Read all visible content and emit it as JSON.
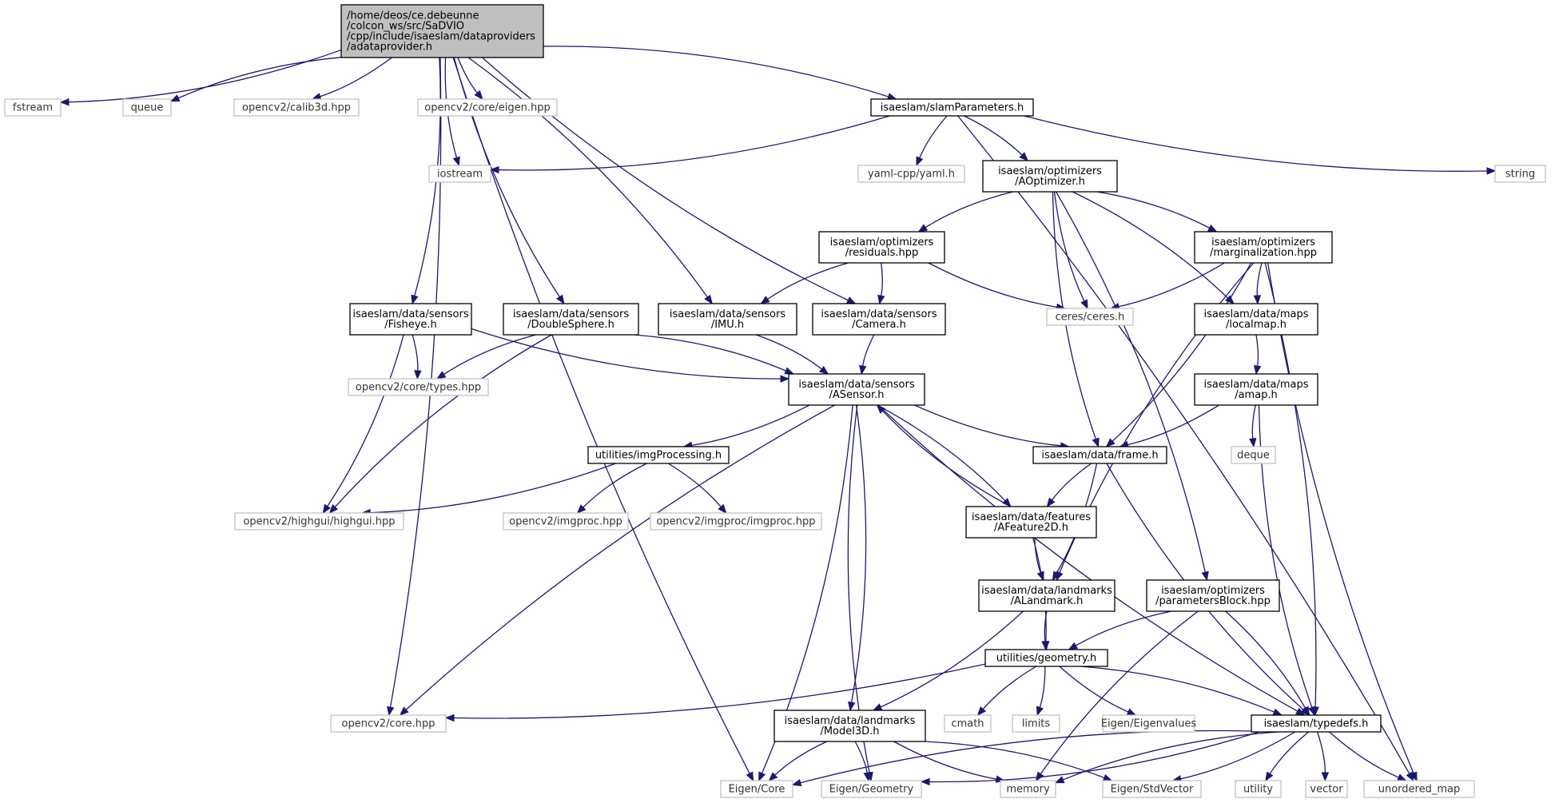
{
  "diagram": {
    "nodes": [
      {
        "id": "root",
        "lines": [
          "/home/deos/ce.debeunne",
          "/colcon_ws/src/SaDVIO",
          "/cpp/include/isaeslam/dataproviders",
          "/adataprovider.h"
        ],
        "kind": "root"
      },
      {
        "id": "fstream",
        "lines": [
          "fstream"
        ],
        "kind": "external"
      },
      {
        "id": "queue",
        "lines": [
          "queue"
        ],
        "kind": "external"
      },
      {
        "id": "calib3d",
        "lines": [
          "opencv2/calib3d.hpp"
        ],
        "kind": "external"
      },
      {
        "id": "cveigen",
        "lines": [
          "opencv2/core/eigen.hpp"
        ],
        "kind": "external"
      },
      {
        "id": "slamParams",
        "lines": [
          "isaeslam/slamParameters.h"
        ],
        "kind": "internal"
      },
      {
        "id": "string",
        "lines": [
          "string"
        ],
        "kind": "external"
      },
      {
        "id": "iostream",
        "lines": [
          "iostream"
        ],
        "kind": "external"
      },
      {
        "id": "yaml",
        "lines": [
          "yaml-cpp/yaml.h"
        ],
        "kind": "external"
      },
      {
        "id": "aoptimizer",
        "lines": [
          "isaeslam/optimizers",
          "/AOptimizer.h"
        ],
        "kind": "internal"
      },
      {
        "id": "residuals",
        "lines": [
          "isaeslam/optimizers",
          "/residuals.hpp"
        ],
        "kind": "internal"
      },
      {
        "id": "marginalization",
        "lines": [
          "isaeslam/optimizers",
          "/marginalization.hpp"
        ],
        "kind": "internal"
      },
      {
        "id": "fisheye",
        "lines": [
          "isaeslam/data/sensors",
          "/Fisheye.h"
        ],
        "kind": "internal"
      },
      {
        "id": "doublesphere",
        "lines": [
          "isaeslam/data/sensors",
          "/DoubleSphere.h"
        ],
        "kind": "internal"
      },
      {
        "id": "imu",
        "lines": [
          "isaeslam/data/sensors",
          "/IMU.h"
        ],
        "kind": "internal"
      },
      {
        "id": "camera",
        "lines": [
          "isaeslam/data/sensors",
          "/Camera.h"
        ],
        "kind": "internal"
      },
      {
        "id": "ceres",
        "lines": [
          "ceres/ceres.h"
        ],
        "kind": "external"
      },
      {
        "id": "localmap",
        "lines": [
          "isaeslam/data/maps",
          "/localmap.h"
        ],
        "kind": "internal"
      },
      {
        "id": "cvtypes",
        "lines": [
          "opencv2/core/types.hpp"
        ],
        "kind": "external"
      },
      {
        "id": "asensor",
        "lines": [
          "isaeslam/data/sensors",
          "/ASensor.h"
        ],
        "kind": "internal"
      },
      {
        "id": "amap",
        "lines": [
          "isaeslam/data/maps",
          "/amap.h"
        ],
        "kind": "internal"
      },
      {
        "id": "imgproc",
        "lines": [
          "utilities/imgProcessing.h"
        ],
        "kind": "internal"
      },
      {
        "id": "frame",
        "lines": [
          "isaeslam/data/frame.h"
        ],
        "kind": "internal"
      },
      {
        "id": "deque",
        "lines": [
          "deque"
        ],
        "kind": "external"
      },
      {
        "id": "highgui",
        "lines": [
          "opencv2/highgui/highgui.hpp"
        ],
        "kind": "external"
      },
      {
        "id": "cvimgproc",
        "lines": [
          "opencv2/imgproc.hpp"
        ],
        "kind": "external"
      },
      {
        "id": "cvimgproc2",
        "lines": [
          "opencv2/imgproc/imgproc.hpp"
        ],
        "kind": "external"
      },
      {
        "id": "afeature",
        "lines": [
          "isaeslam/data/features",
          "/AFeature2D.h"
        ],
        "kind": "internal"
      },
      {
        "id": "alandmark",
        "lines": [
          "isaeslam/data/landmarks",
          "/ALandmark.h"
        ],
        "kind": "internal"
      },
      {
        "id": "paramsblock",
        "lines": [
          "isaeslam/optimizers",
          "/parametersBlock.hpp"
        ],
        "kind": "internal"
      },
      {
        "id": "geometry",
        "lines": [
          "utilities/geometry.h"
        ],
        "kind": "internal"
      },
      {
        "id": "cvcore",
        "lines": [
          "opencv2/core.hpp"
        ],
        "kind": "external"
      },
      {
        "id": "model3d",
        "lines": [
          "isaeslam/data/landmarks",
          "/Model3D.h"
        ],
        "kind": "internal"
      },
      {
        "id": "cmath",
        "lines": [
          "cmath"
        ],
        "kind": "external"
      },
      {
        "id": "limits",
        "lines": [
          "limits"
        ],
        "kind": "external"
      },
      {
        "id": "eigenvalues",
        "lines": [
          "Eigen/Eigenvalues"
        ],
        "kind": "external"
      },
      {
        "id": "typedefs",
        "lines": [
          "isaeslam/typedefs.h"
        ],
        "kind": "internal"
      },
      {
        "id": "eigencore",
        "lines": [
          "Eigen/Core"
        ],
        "kind": "external"
      },
      {
        "id": "eigengeom",
        "lines": [
          "Eigen/Geometry"
        ],
        "kind": "external"
      },
      {
        "id": "memory",
        "lines": [
          "memory"
        ],
        "kind": "external"
      },
      {
        "id": "stdvector",
        "lines": [
          "Eigen/StdVector"
        ],
        "kind": "external"
      },
      {
        "id": "utility",
        "lines": [
          "utility"
        ],
        "kind": "external"
      },
      {
        "id": "vector",
        "lines": [
          "vector"
        ],
        "kind": "external"
      },
      {
        "id": "unordered",
        "lines": [
          "unordered_map"
        ],
        "kind": "external"
      }
    ],
    "edges": [
      [
        "root",
        "fstream"
      ],
      [
        "root",
        "queue"
      ],
      [
        "root",
        "calib3d"
      ],
      [
        "root",
        "cveigen"
      ],
      [
        "root",
        "slamParams"
      ],
      [
        "root",
        "iostream"
      ],
      [
        "root",
        "fisheye"
      ],
      [
        "root",
        "doublesphere"
      ],
      [
        "root",
        "imu"
      ],
      [
        "root",
        "camera"
      ],
      [
        "root",
        "cvcore"
      ],
      [
        "root",
        "eigencore"
      ],
      [
        "slamParams",
        "iostream"
      ],
      [
        "slamParams",
        "yaml"
      ],
      [
        "slamParams",
        "aoptimizer"
      ],
      [
        "slamParams",
        "string"
      ],
      [
        "slamParams",
        "unordered"
      ],
      [
        "aoptimizer",
        "residuals"
      ],
      [
        "aoptimizer",
        "marginalization"
      ],
      [
        "aoptimizer",
        "ceres"
      ],
      [
        "aoptimizer",
        "localmap"
      ],
      [
        "aoptimizer",
        "frame"
      ],
      [
        "aoptimizer",
        "paramsblock"
      ],
      [
        "residuals",
        "imu"
      ],
      [
        "residuals",
        "camera"
      ],
      [
        "residuals",
        "ceres"
      ],
      [
        "marginalization",
        "ceres"
      ],
      [
        "marginalization",
        "localmap"
      ],
      [
        "marginalization",
        "frame"
      ],
      [
        "marginalization",
        "alandmark"
      ],
      [
        "marginalization",
        "typedefs"
      ],
      [
        "marginalization",
        "unordered"
      ],
      [
        "fisheye",
        "cvtypes"
      ],
      [
        "fisheye",
        "asensor"
      ],
      [
        "fisheye",
        "highgui"
      ],
      [
        "doublesphere",
        "cvtypes"
      ],
      [
        "doublesphere",
        "asensor"
      ],
      [
        "doublesphere",
        "highgui"
      ],
      [
        "imu",
        "asensor"
      ],
      [
        "camera",
        "asensor"
      ],
      [
        "localmap",
        "amap"
      ],
      [
        "amap",
        "deque"
      ],
      [
        "amap",
        "frame"
      ],
      [
        "amap",
        "typedefs"
      ],
      [
        "asensor",
        "imgproc"
      ],
      [
        "asensor",
        "frame"
      ],
      [
        "asensor",
        "afeature"
      ],
      [
        "asensor",
        "cvcore"
      ],
      [
        "asensor",
        "eigencore"
      ],
      [
        "asensor",
        "eigengeom"
      ],
      [
        "asensor",
        "model3d"
      ],
      [
        "asensor",
        "typedefs"
      ],
      [
        "imgproc",
        "highgui"
      ],
      [
        "imgproc",
        "cvimgproc"
      ],
      [
        "imgproc",
        "cvimgproc2"
      ],
      [
        "frame",
        "afeature"
      ],
      [
        "frame",
        "alandmark"
      ],
      [
        "frame",
        "typedefs"
      ],
      [
        "afeature",
        "asensor"
      ],
      [
        "afeature",
        "alandmark"
      ],
      [
        "afeature",
        "geometry"
      ],
      [
        "alandmark",
        "geometry"
      ],
      [
        "alandmark",
        "model3d"
      ],
      [
        "paramsblock",
        "geometry"
      ],
      [
        "paramsblock",
        "typedefs"
      ],
      [
        "paramsblock",
        "memory"
      ],
      [
        "geometry",
        "cvcore"
      ],
      [
        "geometry",
        "cmath"
      ],
      [
        "geometry",
        "limits"
      ],
      [
        "geometry",
        "eigenvalues"
      ],
      [
        "geometry",
        "typedefs"
      ],
      [
        "model3d",
        "eigencore"
      ],
      [
        "model3d",
        "eigengeom"
      ],
      [
        "model3d",
        "memory"
      ],
      [
        "model3d",
        "stdvector"
      ],
      [
        "typedefs",
        "eigencore"
      ],
      [
        "typedefs",
        "eigengeom"
      ],
      [
        "typedefs",
        "memory"
      ],
      [
        "typedefs",
        "stdvector"
      ],
      [
        "typedefs",
        "utility"
      ],
      [
        "typedefs",
        "vector"
      ],
      [
        "typedefs",
        "unordered"
      ]
    ]
  }
}
